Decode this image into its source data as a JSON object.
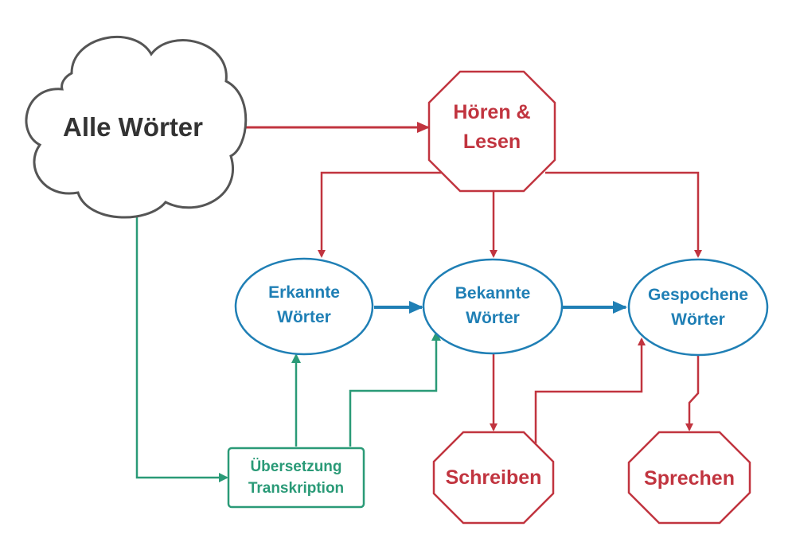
{
  "nodes": {
    "cloud": {
      "label": "Alle Wörter"
    },
    "hoeren": {
      "line1": "Hören &",
      "line2": "Lesen"
    },
    "erkannte": {
      "line1": "Erkannte",
      "line2": "Wörter"
    },
    "bekannte": {
      "line1": "Bekannte",
      "line2": "Wörter"
    },
    "gesprochene": {
      "line1": "Gespochene",
      "line2": "Wörter"
    },
    "uebersetzung": {
      "line1": "Übersetzung",
      "line2": "Transkription"
    },
    "schreiben": {
      "label": "Schreiben"
    },
    "sprechen": {
      "label": "Sprechen"
    }
  },
  "colors": {
    "red": "#c1343f",
    "blue": "#1f7fb5",
    "green": "#2a9a77",
    "black": "#555555"
  }
}
